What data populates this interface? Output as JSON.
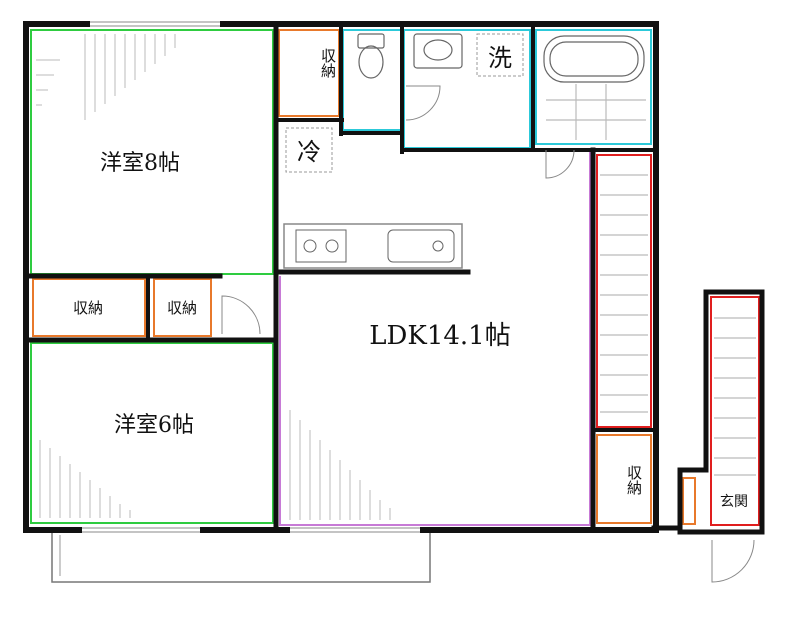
{
  "rooms": {
    "western_8": "洋室8帖",
    "western_6": "洋室6帖",
    "ldk": "LDK14.1帖"
  },
  "storage": {
    "upper": "収納",
    "left": "収納",
    "middle": "収納",
    "right": "収納"
  },
  "fixtures": {
    "fridge": "冷",
    "washer": "洗"
  },
  "entrance": "玄関",
  "colors": {
    "wall": "#111111",
    "room_outline": "#2ecc40",
    "storage_outline": "#e8792b",
    "wet_outline": "#2cc9d9",
    "stair_outline": "#e01e1e",
    "ldk_outline": "#c77ad6",
    "fixture": "#666666"
  }
}
